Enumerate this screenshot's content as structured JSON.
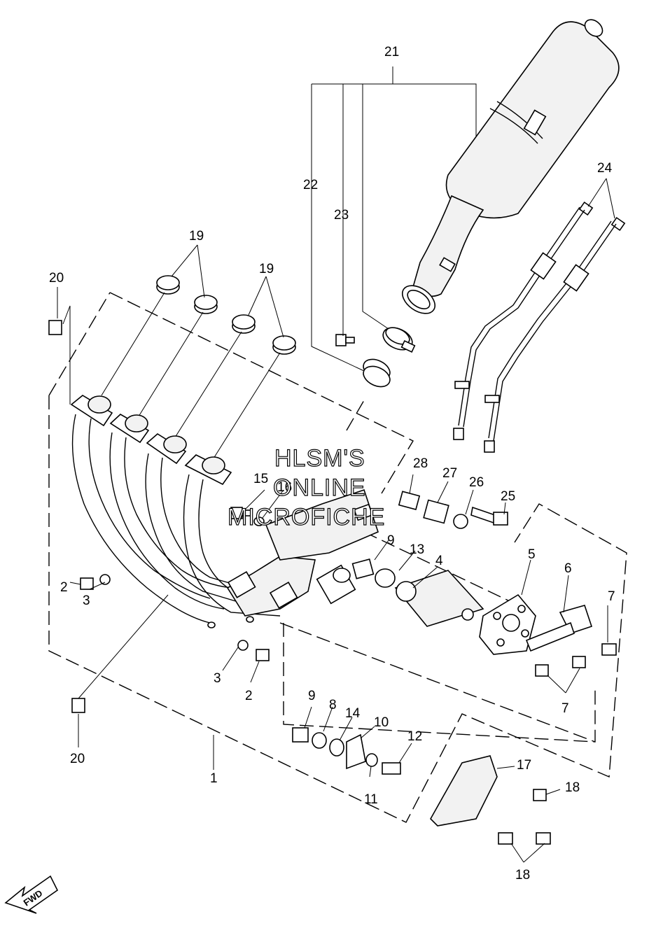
{
  "callouts": {
    "c1": "1",
    "c2a": "2",
    "c2b": "2",
    "c3a": "3",
    "c3b": "3",
    "c4": "4",
    "c5": "5",
    "c6": "6",
    "c7a": "7",
    "c7b": "7",
    "c8": "8",
    "c9a": "9",
    "c9b": "9",
    "c10": "10",
    "c11": "11",
    "c12": "12",
    "c13": "13",
    "c14": "14",
    "c15": "15",
    "c16": "16",
    "c17": "17",
    "c18a": "18",
    "c18b": "18",
    "c19a": "19",
    "c19b": "19",
    "c20a": "20",
    "c20b": "20",
    "c21": "21",
    "c22": "22",
    "c23": "23",
    "c24": "24",
    "c25": "25",
    "c26": "26",
    "c27": "27",
    "c28": "28"
  },
  "watermark": {
    "line1": "HLSM'S",
    "line2": "ONLINE",
    "line3": "MICROFICHE"
  },
  "fwd_label": "FWD"
}
